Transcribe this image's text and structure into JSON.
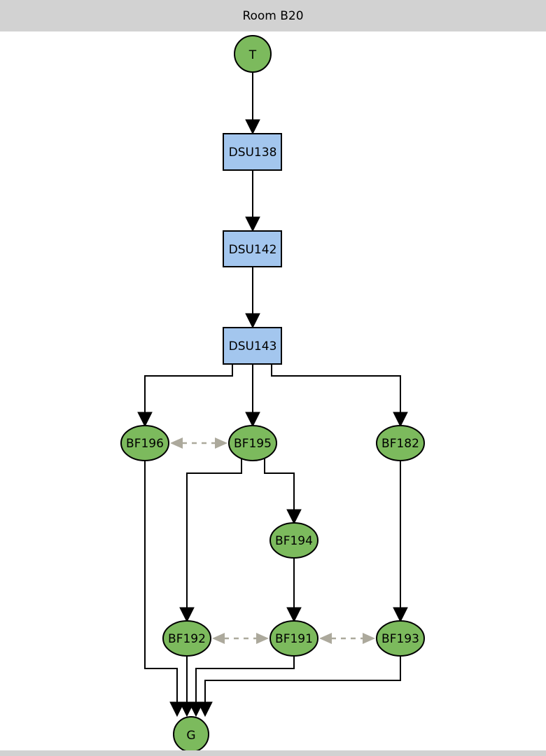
{
  "header": {
    "title": "Room B20"
  },
  "colors": {
    "band_gray": "#d2d2d2",
    "node_green": "#7cba5d",
    "node_blue": "#a3c6ee",
    "node_border": "#000000",
    "edge_black": "#000000",
    "dashed_arrow": "#aca99c"
  },
  "nodes": {
    "t": {
      "label": "T",
      "shape": "circle"
    },
    "dsu138": {
      "label": "DSU138",
      "shape": "box"
    },
    "dsu142": {
      "label": "DSU142",
      "shape": "box"
    },
    "dsu143": {
      "label": "DSU143",
      "shape": "box"
    },
    "bf196": {
      "label": "BF196",
      "shape": "ellipse"
    },
    "bf195": {
      "label": "BF195",
      "shape": "ellipse"
    },
    "bf182": {
      "label": "BF182",
      "shape": "ellipse"
    },
    "bf194": {
      "label": "BF194",
      "shape": "ellipse"
    },
    "bf192": {
      "label": "BF192",
      "shape": "ellipse"
    },
    "bf191": {
      "label": "BF191",
      "shape": "ellipse"
    },
    "bf193": {
      "label": "BF193",
      "shape": "ellipse"
    },
    "g": {
      "label": "G",
      "shape": "circle"
    }
  },
  "edges": {
    "solid": [
      {
        "from": "T",
        "to": "DSU138"
      },
      {
        "from": "DSU138",
        "to": "DSU142"
      },
      {
        "from": "DSU142",
        "to": "DSU143"
      },
      {
        "from": "DSU143",
        "to": "BF196"
      },
      {
        "from": "DSU143",
        "to": "BF195"
      },
      {
        "from": "DSU143",
        "to": "BF182"
      },
      {
        "from": "BF195",
        "to": "BF192"
      },
      {
        "from": "BF195",
        "to": "BF194"
      },
      {
        "from": "BF194",
        "to": "BF191"
      },
      {
        "from": "BF182",
        "to": "BF193"
      },
      {
        "from": "BF196",
        "to": "G"
      },
      {
        "from": "BF192",
        "to": "G"
      },
      {
        "from": "BF191",
        "to": "G"
      },
      {
        "from": "BF193",
        "to": "G"
      }
    ],
    "dashed_bidirectional": [
      {
        "a": "BF196",
        "b": "BF195"
      },
      {
        "a": "BF192",
        "b": "BF191"
      },
      {
        "a": "BF191",
        "b": "BF193"
      }
    ]
  }
}
